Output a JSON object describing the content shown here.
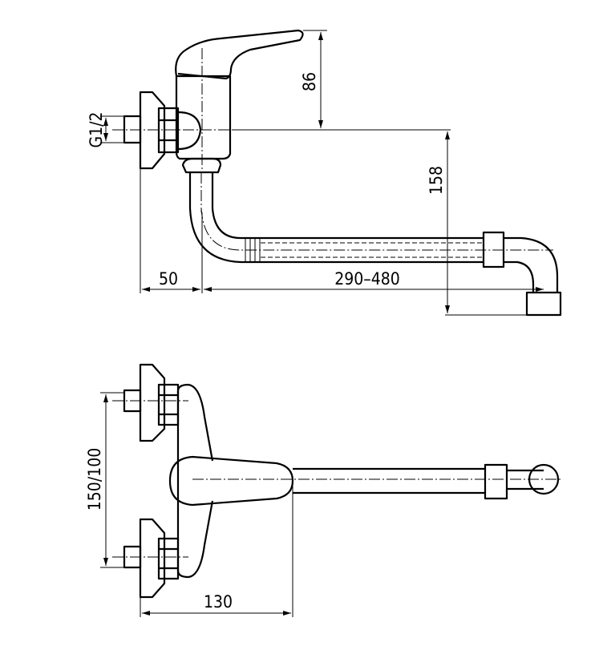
{
  "drawing": {
    "title": "Wall-mounted single-lever mixer with swivel spout",
    "side_view": {
      "dim_handle_height": "86",
      "dim_thread": "G1/2",
      "dim_outlet_height": "158",
      "dim_wall_to_axis": "50",
      "dim_spout_reach": "290–480"
    },
    "top_view": {
      "dim_inlet_spacing": "150/100",
      "dim_wall_to_lever": "130"
    },
    "colors": {
      "line": "#000000",
      "background": "#ffffff"
    }
  }
}
